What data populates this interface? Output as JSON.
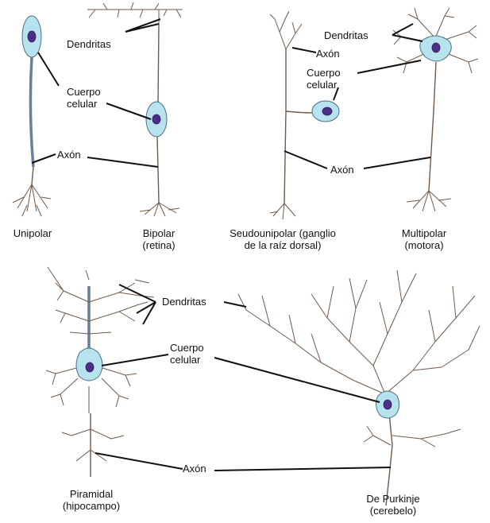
{
  "neurons": {
    "unipolar": {
      "caption": [
        "Unipolar"
      ]
    },
    "bipolar": {
      "caption": [
        "Bipolar",
        "(retina)"
      ]
    },
    "seudounipolar": {
      "caption": [
        "Seudounipolar (ganglio",
        "de la raíz dorsal)"
      ]
    },
    "multipolar": {
      "caption": [
        "Multipolar",
        "(motora)"
      ]
    },
    "piramidal": {
      "caption": [
        "Piramidal",
        "(hipocampo)"
      ]
    },
    "purkinje": {
      "caption": [
        "De Purkinje",
        "(cerebelo)"
      ]
    }
  },
  "labels": {
    "dendritas_top_left": "Dendritas",
    "cuerpo_top_left": [
      "Cuerpo",
      "celular"
    ],
    "axon_top_left": "Axón",
    "dendritas_top_right": "Dendritas",
    "axon_top_right_upper": "Axón",
    "cuerpo_top_right": [
      "Cuerpo",
      "celular"
    ],
    "axon_top_right_lower": "Axón",
    "dendritas_bottom": "Dendritas",
    "cuerpo_bottom": [
      "Cuerpo",
      "celular"
    ],
    "axon_bottom": "Axón"
  },
  "colors": {
    "cell_body": "#b7e3ee",
    "nucleus": "#4b2f86",
    "dendrite": "#6f5a4a",
    "leader_line": "#111111"
  }
}
